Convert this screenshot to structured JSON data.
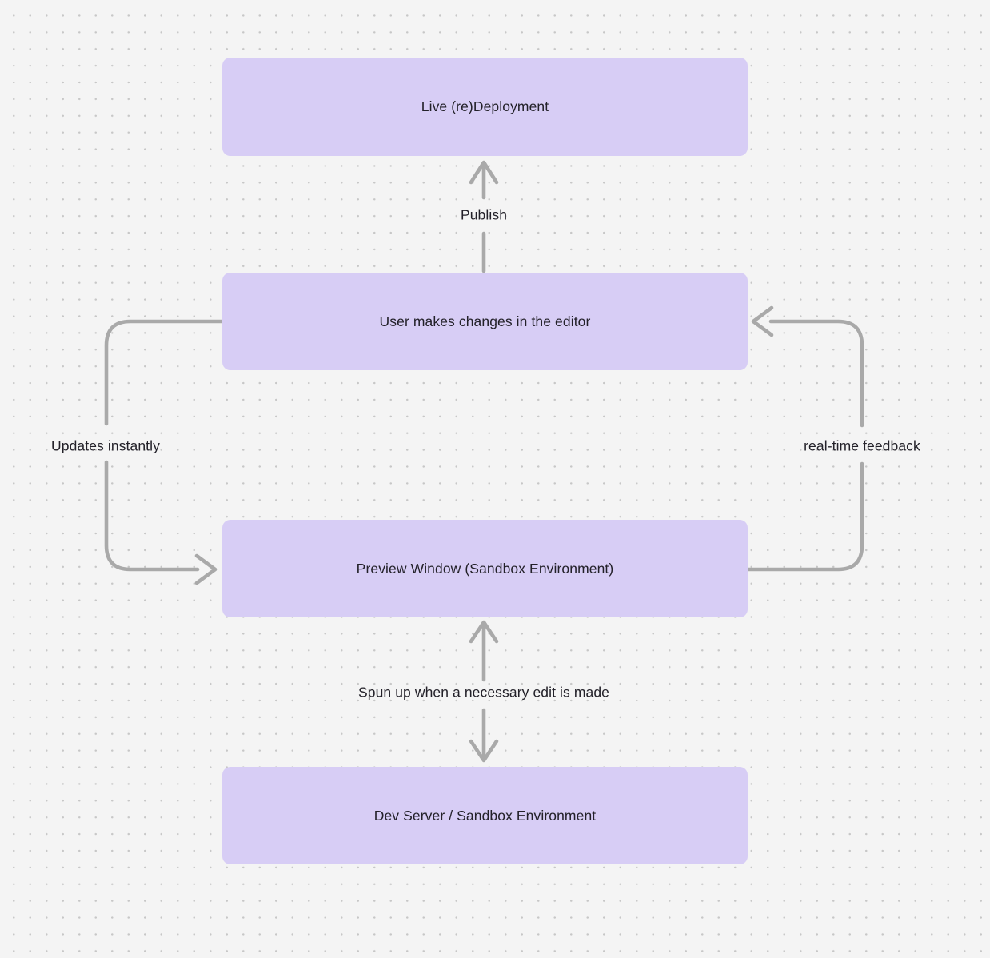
{
  "diagram": {
    "nodes": [
      {
        "id": "live-deployment",
        "label": "Live (re)Deployment"
      },
      {
        "id": "user-editor",
        "label": "User makes changes in the editor"
      },
      {
        "id": "preview-window",
        "label": "Preview Window (Sandbox Environment)"
      },
      {
        "id": "dev-server",
        "label": "Dev Server / Sandbox Environment"
      }
    ],
    "edges": [
      {
        "from": "user-editor",
        "to": "live-deployment",
        "label": "Publish",
        "direction": "up"
      },
      {
        "from": "user-editor",
        "to": "preview-window",
        "label": "Updates instantly",
        "direction": "left-loop-down"
      },
      {
        "from": "preview-window",
        "to": "user-editor",
        "label": "real-time feedback",
        "direction": "right-loop-up"
      },
      {
        "from": "dev-server",
        "to": "preview-window",
        "label": "Spun up when a necessary edit is made",
        "direction": "bidirectional"
      }
    ],
    "colors": {
      "background": "#f4f4f4",
      "grid_dot": "#c7c7c7",
      "node_fill": "#d7cdf5",
      "node_text": "#232129",
      "arrow": "#a9a9a9"
    }
  }
}
